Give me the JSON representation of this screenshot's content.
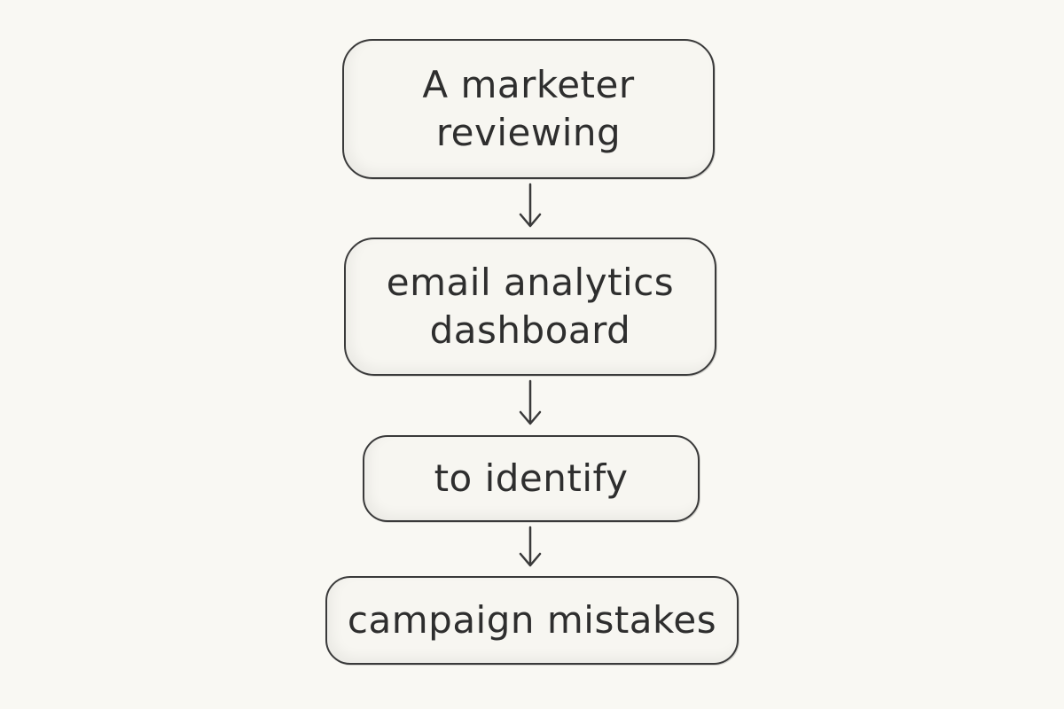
{
  "diagram": {
    "nodes": [
      {
        "id": "n1",
        "label": "A marketer\nreviewing"
      },
      {
        "id": "n2",
        "label": "email analytics\ndashboard"
      },
      {
        "id": "n3",
        "label": "to identify"
      },
      {
        "id": "n4",
        "label": "campaign mistakes"
      }
    ],
    "edges": [
      {
        "from": "n1",
        "to": "n2"
      },
      {
        "from": "n2",
        "to": "n3"
      },
      {
        "from": "n3",
        "to": "n4"
      }
    ],
    "colors": {
      "background": "#f9f8f3",
      "stroke": "#3a3a3a",
      "text": "#2e2e2e"
    }
  }
}
